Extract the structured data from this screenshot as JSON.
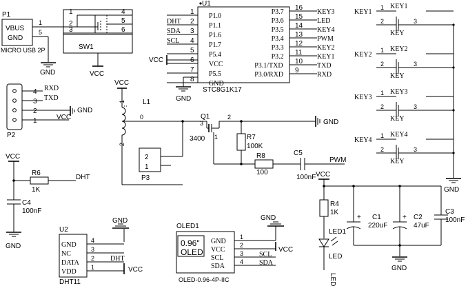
{
  "usb": {
    "ref": "P1",
    "pin_vbus": "VBUS",
    "pin_gnd": "GND",
    "num_1": "1",
    "num_5": "5",
    "model": "MICRO USB 2P"
  },
  "sw1": {
    "ref": "SW1",
    "pins": {
      "p1": "1",
      "p2": "2",
      "p3": "3",
      "p4": "4",
      "p5": "5",
      "p6": "6"
    }
  },
  "mcu": {
    "ref": "U1",
    "model": "STC8G1K17",
    "left_pins": [
      {
        "num": "1",
        "name": "P1.0",
        "net": ""
      },
      {
        "num": "2",
        "name": "P1.1",
        "net": "DHT"
      },
      {
        "num": "3",
        "name": "P1.6",
        "net": "SDA"
      },
      {
        "num": "4",
        "name": "P1.7",
        "net": "SCL"
      },
      {
        "num": "5",
        "name": "P5.4",
        "net": ""
      },
      {
        "num": "6",
        "name": "VCC",
        "net": "VCC"
      },
      {
        "num": "7",
        "name": "P5.5",
        "net": ""
      },
      {
        "num": "8",
        "name": "GND",
        "net": "GND"
      }
    ],
    "right_pins": [
      {
        "num": "16",
        "name": "P3.7",
        "net": "KEY3"
      },
      {
        "num": "15",
        "name": "P3.6",
        "net": "LED"
      },
      {
        "num": "14",
        "name": "P3.5",
        "net": "KEY4"
      },
      {
        "num": "13",
        "name": "P3.4",
        "net": "PWM"
      },
      {
        "num": "12",
        "name": "P3.3",
        "net": "KEY2"
      },
      {
        "num": "11",
        "name": "P3.2",
        "net": "KEY1"
      },
      {
        "num": "10",
        "name": "P3.1/TXD",
        "net": "TXD"
      },
      {
        "num": "9",
        "name": "P3.0/RXD",
        "net": "RXD"
      }
    ]
  },
  "keys": [
    {
      "net": "KEY1",
      "ref": "KEY1",
      "label": "KEY",
      "n1": "1",
      "n2": "2",
      "n3": "3"
    },
    {
      "net": "KEY2",
      "ref": "KEY2",
      "label": "KEY",
      "n1": "1",
      "n2": "2",
      "n3": "3"
    },
    {
      "net": "KEY3",
      "ref": "KEY3",
      "label": "KEY",
      "n1": "1",
      "n2": "2",
      "n3": "3"
    },
    {
      "net": "KEY4",
      "ref": "KEY4",
      "label": "KEY",
      "n1": "1",
      "n2": "2",
      "n3": "3"
    }
  ],
  "p2": {
    "ref": "P2",
    "pins": [
      {
        "num": "4",
        "net": "RXD"
      },
      {
        "num": "3",
        "net": "TXD"
      },
      {
        "num": "2",
        "net": "GND"
      },
      {
        "num": "1",
        "net": "VCC"
      }
    ]
  },
  "coil": {
    "ref": "L1",
    "vcc": "VCC",
    "n1": "1",
    "n2": "2",
    "n0": "0"
  },
  "p3": {
    "ref": "P3",
    "n1": "1",
    "n2": "2"
  },
  "q1": {
    "ref": "Q1",
    "model": "3400",
    "n1": "1",
    "n2": "2",
    "n3": "3",
    "gnd": "GND"
  },
  "r7": {
    "ref": "R7",
    "value": "100K"
  },
  "r8": {
    "ref": "R8",
    "value": "100"
  },
  "c5": {
    "ref": "C5",
    "value": "100nF",
    "net": "PWM"
  },
  "dht_filter": {
    "vcc": "VCC",
    "r6_ref": "R6",
    "r6_value": "1K",
    "net": "DHT",
    "c4_ref": "C4",
    "c4_value": "100nF",
    "gnd": "GND"
  },
  "dht11": {
    "ref": "U2",
    "model": "DHT11",
    "pins": [
      {
        "num": "4",
        "name": "GND",
        "net": "GND"
      },
      {
        "num": "3",
        "name": "NC",
        "net": ""
      },
      {
        "num": "2",
        "name": "DATA",
        "net": "DHT"
      },
      {
        "num": "1",
        "name": "VDD",
        "net": "VCC"
      }
    ]
  },
  "oled": {
    "ref": "OLED1",
    "size": "0.96\"",
    "type": "OLED",
    "model": "OLED-0.96-4P-IIC",
    "gnd": "GND",
    "pins": [
      {
        "num": "1",
        "name": "GND",
        "net": ""
      },
      {
        "num": "2",
        "name": "VCC",
        "net": "VCC"
      },
      {
        "num": "3",
        "name": "SCL",
        "net": "SCL"
      },
      {
        "num": "4",
        "name": "SDA",
        "net": "SDA"
      }
    ]
  },
  "power": {
    "vcc": "VCC",
    "gnd": "GND",
    "r4_ref": "R4",
    "r4_value": "1K",
    "led_ref": "LED1",
    "led_label": "LED",
    "led_net": "LED",
    "c1_ref": "C1",
    "c1_value": "220uF",
    "c2_ref": "C2",
    "c2_value": "47uF",
    "c3_ref": "C3",
    "c3_value": "100nF",
    "plus": "+"
  }
}
